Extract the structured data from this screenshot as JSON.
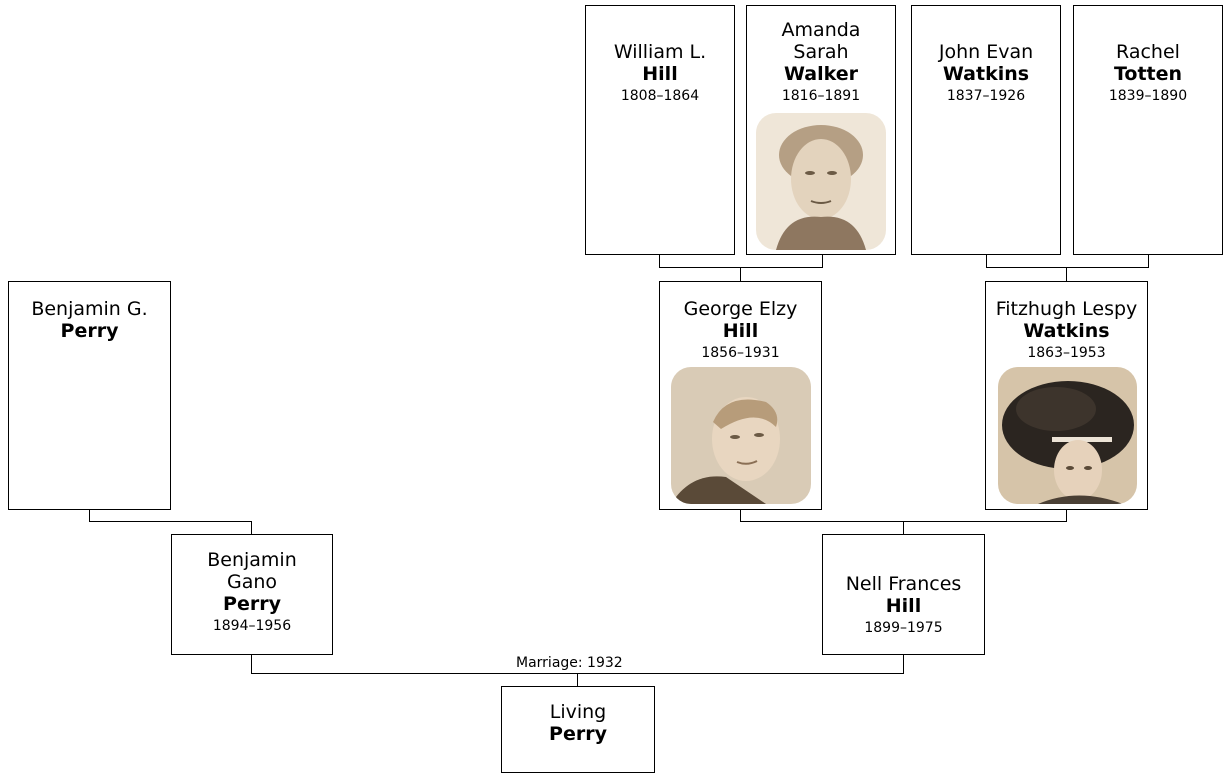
{
  "people": {
    "william": {
      "first": "William L.",
      "last": "Hill",
      "dates": "1808–1864"
    },
    "amanda": {
      "first_1": "Amanda",
      "first_2": "Sarah",
      "last": "Walker",
      "dates": "1816–1891",
      "photo_icon": "portrait-photo"
    },
    "john": {
      "first": "John Evan",
      "last": "Watkins",
      "dates": "1837–1926"
    },
    "rachel": {
      "first": "Rachel",
      "last": "Totten",
      "dates": "1839–1890"
    },
    "benjaminG": {
      "first": "Benjamin G.",
      "last": "Perry"
    },
    "george": {
      "first": "George Elzy",
      "last": "Hill",
      "dates": "1856–1931",
      "photo_icon": "portrait-photo"
    },
    "fitzhugh": {
      "first": "Fitzhugh Lespy",
      "last": "Watkins",
      "dates": "1863–1953",
      "photo_icon": "portrait-photo"
    },
    "benjamin": {
      "first_1": "Benjamin",
      "first_2": "Gano",
      "last": "Perry",
      "dates": "1894–1956"
    },
    "nell": {
      "first": "Nell Frances",
      "last": "Hill",
      "dates": "1899–1975"
    },
    "living": {
      "first": "Living",
      "last": "Perry"
    }
  },
  "marriage_label": "Marriage: 1932",
  "colors": {
    "line": "#000000",
    "box_border": "#000000",
    "sepia_light": "#efe6d8",
    "sepia_mid": "#c9b296",
    "sepia_dark": "#6b5a45"
  }
}
